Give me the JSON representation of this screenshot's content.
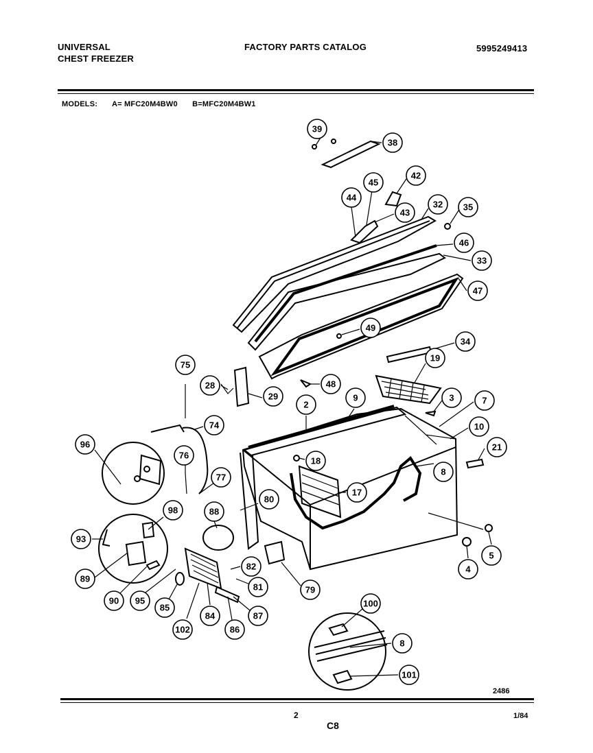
{
  "header": {
    "brand_line1": "UNIVERSAL",
    "brand_line2": "CHEST FREEZER",
    "catalog_title": "FACTORY PARTS CATALOG",
    "catalog_number": "5995249413"
  },
  "models": {
    "label": "MODELS:",
    "model_a": "A= MFC20M4BW0",
    "model_b": "B=MFC20M4BW1"
  },
  "callouts": [
    {
      "id": "c39",
      "label": "39"
    },
    {
      "id": "c38",
      "label": "38"
    },
    {
      "id": "c42",
      "label": "42"
    },
    {
      "id": "c45",
      "label": "45"
    },
    {
      "id": "c44",
      "label": "44"
    },
    {
      "id": "c43",
      "label": "43"
    },
    {
      "id": "c32",
      "label": "32"
    },
    {
      "id": "c35",
      "label": "35"
    },
    {
      "id": "c46",
      "label": "46"
    },
    {
      "id": "c33",
      "label": "33"
    },
    {
      "id": "c47",
      "label": "47"
    },
    {
      "id": "c49",
      "label": "49"
    },
    {
      "id": "c34",
      "label": "34"
    },
    {
      "id": "c19",
      "label": "19"
    },
    {
      "id": "c75",
      "label": "75"
    },
    {
      "id": "c28",
      "label": "28"
    },
    {
      "id": "c29",
      "label": "29"
    },
    {
      "id": "c48",
      "label": "48"
    },
    {
      "id": "c2",
      "label": "2"
    },
    {
      "id": "c9",
      "label": "9"
    },
    {
      "id": "c3",
      "label": "3"
    },
    {
      "id": "c7",
      "label": "7"
    },
    {
      "id": "c10",
      "label": "10"
    },
    {
      "id": "c74",
      "label": "74"
    },
    {
      "id": "c96",
      "label": "96"
    },
    {
      "id": "c76",
      "label": "76"
    },
    {
      "id": "c18",
      "label": "18"
    },
    {
      "id": "c21",
      "label": "21"
    },
    {
      "id": "c8a",
      "label": "8"
    },
    {
      "id": "c77",
      "label": "77"
    },
    {
      "id": "c17",
      "label": "17"
    },
    {
      "id": "c80",
      "label": "80"
    },
    {
      "id": "c98",
      "label": "98"
    },
    {
      "id": "c88",
      "label": "88"
    },
    {
      "id": "c93",
      "label": "93"
    },
    {
      "id": "c5",
      "label": "5"
    },
    {
      "id": "c82",
      "label": "82"
    },
    {
      "id": "c4",
      "label": "4"
    },
    {
      "id": "c89",
      "label": "89"
    },
    {
      "id": "c81",
      "label": "81"
    },
    {
      "id": "c79",
      "label": "79"
    },
    {
      "id": "c90",
      "label": "90"
    },
    {
      "id": "c95",
      "label": "95"
    },
    {
      "id": "c85",
      "label": "85"
    },
    {
      "id": "c87",
      "label": "87"
    },
    {
      "id": "c100",
      "label": "100"
    },
    {
      "id": "c84",
      "label": "84"
    },
    {
      "id": "c102",
      "label": "102"
    },
    {
      "id": "c86",
      "label": "86"
    },
    {
      "id": "c8b",
      "label": "8"
    },
    {
      "id": "c101",
      "label": "101"
    }
  ],
  "footer": {
    "drawing_number": "2486",
    "page_number": "2",
    "section_code": "C8",
    "date": "1/84"
  }
}
